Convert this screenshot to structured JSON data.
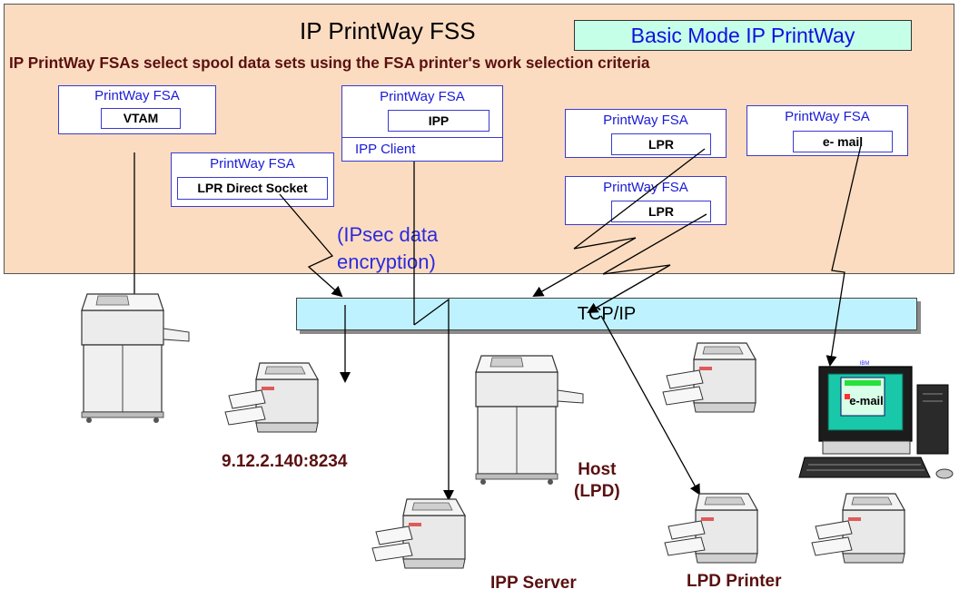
{
  "header": {
    "title": "IP PrintWay FSS",
    "mode_label": "Basic Mode IP PrintWay",
    "subtitle": "IP PrintWay FSAs select spool data sets using the FSA printer's work selection criteria"
  },
  "fsas": [
    {
      "label": "PrintWay FSA",
      "protocol": "VTAM"
    },
    {
      "label": "PrintWay FSA",
      "protocol": "LPR Direct Socket"
    },
    {
      "label": "PrintWay FSA",
      "protocol": "IPP",
      "client": "IPP Client"
    },
    {
      "label": "PrintWay FSA",
      "protocol": "LPR"
    },
    {
      "label": "PrintWay FSA",
      "protocol": "LPR"
    },
    {
      "label": "PrintWay FSA",
      "protocol": "e- mail"
    }
  ],
  "network": {
    "label": "TCP/IP"
  },
  "encryption_note": "(IPsec data\nencryption)",
  "devices": {
    "direct_socket_address": "9.12.2.140:8234",
    "host": "Host\n(LPD)",
    "ipp_server": "IPP Server",
    "lpd_printer": "LPD Printer",
    "email_screen": "e-mail",
    "monitor_brand": "IBM"
  },
  "colors": {
    "panel": "#fcdcc0",
    "basic_mode_fill": "#c6ffe8",
    "fsa_text": "#1a1ad8",
    "network_bar": "#bff2ff",
    "caption": "#5a1010"
  }
}
